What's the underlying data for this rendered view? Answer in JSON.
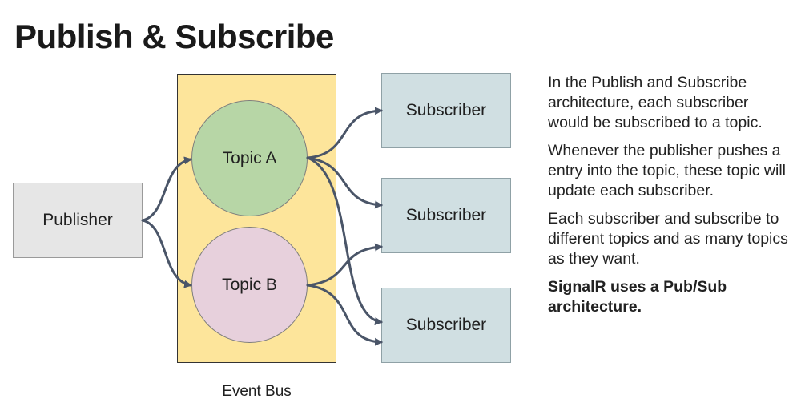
{
  "title": "Publish & Subscribe",
  "diagram": {
    "publisher": "Publisher",
    "event_bus": "Event Bus",
    "topics": [
      "Topic A",
      "Topic B"
    ],
    "subscribers": [
      "Subscriber",
      "Subscriber",
      "Subscriber"
    ],
    "arrow_color": "#4a5568"
  },
  "description": {
    "p1": "In the Publish and Subscribe architecture, each subscriber would be subscribed to a topic.",
    "p2": "Whenever the publisher pushes a entry into the topic, these topic will update each subscriber.",
    "p3": "Each subscriber and subscribe to different topics and as many topics as they want.",
    "p4": "SignalR uses a Pub/Sub architecture."
  }
}
